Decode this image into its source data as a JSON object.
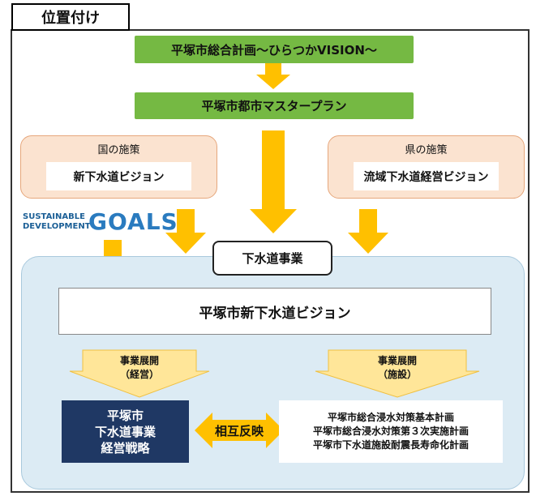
{
  "tab_title": "位置付け",
  "plan_main": "平塚市総合計画～ひらつかVISION～",
  "plan_city": "平塚市都市マスタープラン",
  "national": {
    "title": "国の施策",
    "item": "新下水道ビジョン"
  },
  "prefecture": {
    "title": "県の施策",
    "item": "流域下水道経営ビジョン"
  },
  "sdgs": {
    "line1": "SUSTAINABLE",
    "line2": "DEVELOPMENT",
    "logo": "GOALS"
  },
  "sewer_project": "下水道事業",
  "vision": "平塚市新下水道ビジョン",
  "dev_left": {
    "line1": "事業展開",
    "line2": "（経営）"
  },
  "dev_right": {
    "line1": "事業展開",
    "line2": "（施設）"
  },
  "strategy": {
    "line1": "平塚市",
    "line2": "下水道事業",
    "line3": "経営戦略"
  },
  "mutual": "相互反映",
  "plans": [
    "平塚市総合浸水対策基本計画",
    "平塚市総合浸水対策第３次実施計画",
    "平塚市下水道施設耐震長寿命化計画"
  ],
  "colors": {
    "green": "#75b943",
    "peach": "#fbe3d0",
    "arrow_yellow": "#ffc000",
    "chevron_fill": "#ffe699",
    "light_blue": "#dcebf4",
    "navy": "#1f3864"
  }
}
